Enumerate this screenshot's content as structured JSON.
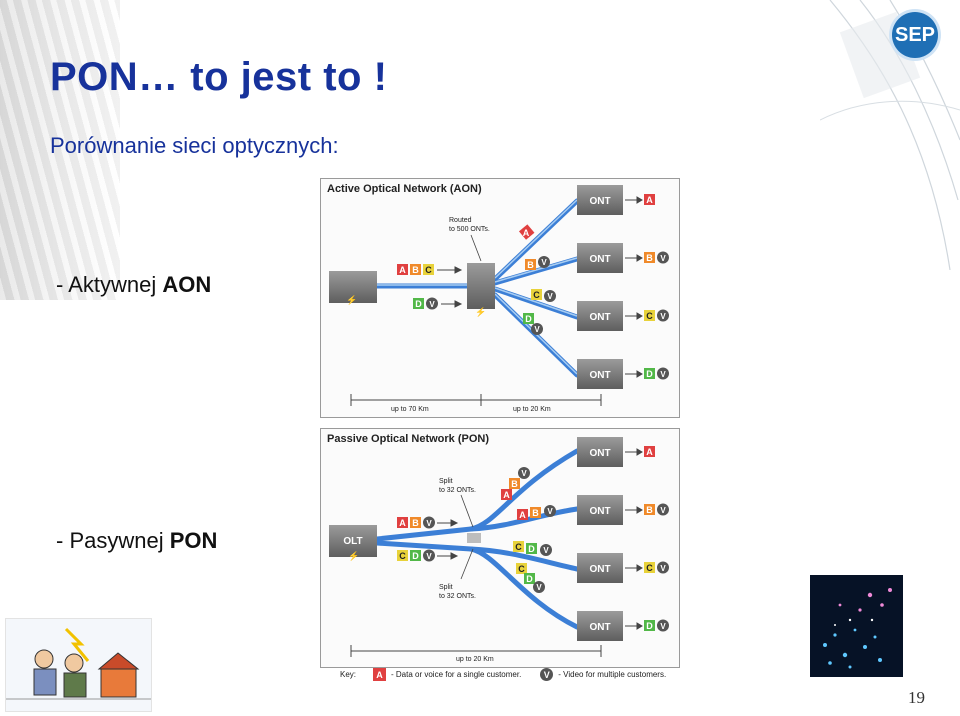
{
  "slide": {
    "title": "PON… to jest to !",
    "subtitle": "Porównanie sieci optycznych:",
    "bullet_aon_prefix": "- Aktywnej ",
    "bullet_aon_bold": "AON",
    "bullet_pon_prefix": "- Pasywnej ",
    "bullet_pon_bold": "PON",
    "logo_text": "SEP",
    "page_number": "19"
  },
  "aon": {
    "title": "Active Optical Network (AON)",
    "routed_note_1": "Routed",
    "routed_note_2": "to 500 ONTs.",
    "distance_1": "up to 70 Km",
    "distance_2": "up to 20 Km",
    "ont_label": "ONT"
  },
  "pon": {
    "title": "Passive Optical Network (PON)",
    "olt_label": "OLT",
    "split_note_1": "Split",
    "split_note_2": "to 32 ONTs.",
    "distance": "up to 20 Km",
    "ont_label": "ONT"
  },
  "key": {
    "label": "Key:",
    "a_symbol": "A",
    "a_text": "- Data or voice for a single customer.",
    "v_symbol": "V",
    "v_text": "- Video for multiple customers."
  },
  "colors": {
    "title_blue": "#17329b",
    "fiber_blue": "#3c7fd6",
    "a_red": "#e04040",
    "b_orange": "#f08a2a",
    "c_yellow": "#e8d23a",
    "d_green": "#52b848",
    "v_gray": "#555555",
    "box_gray": "#8a8a8a"
  }
}
